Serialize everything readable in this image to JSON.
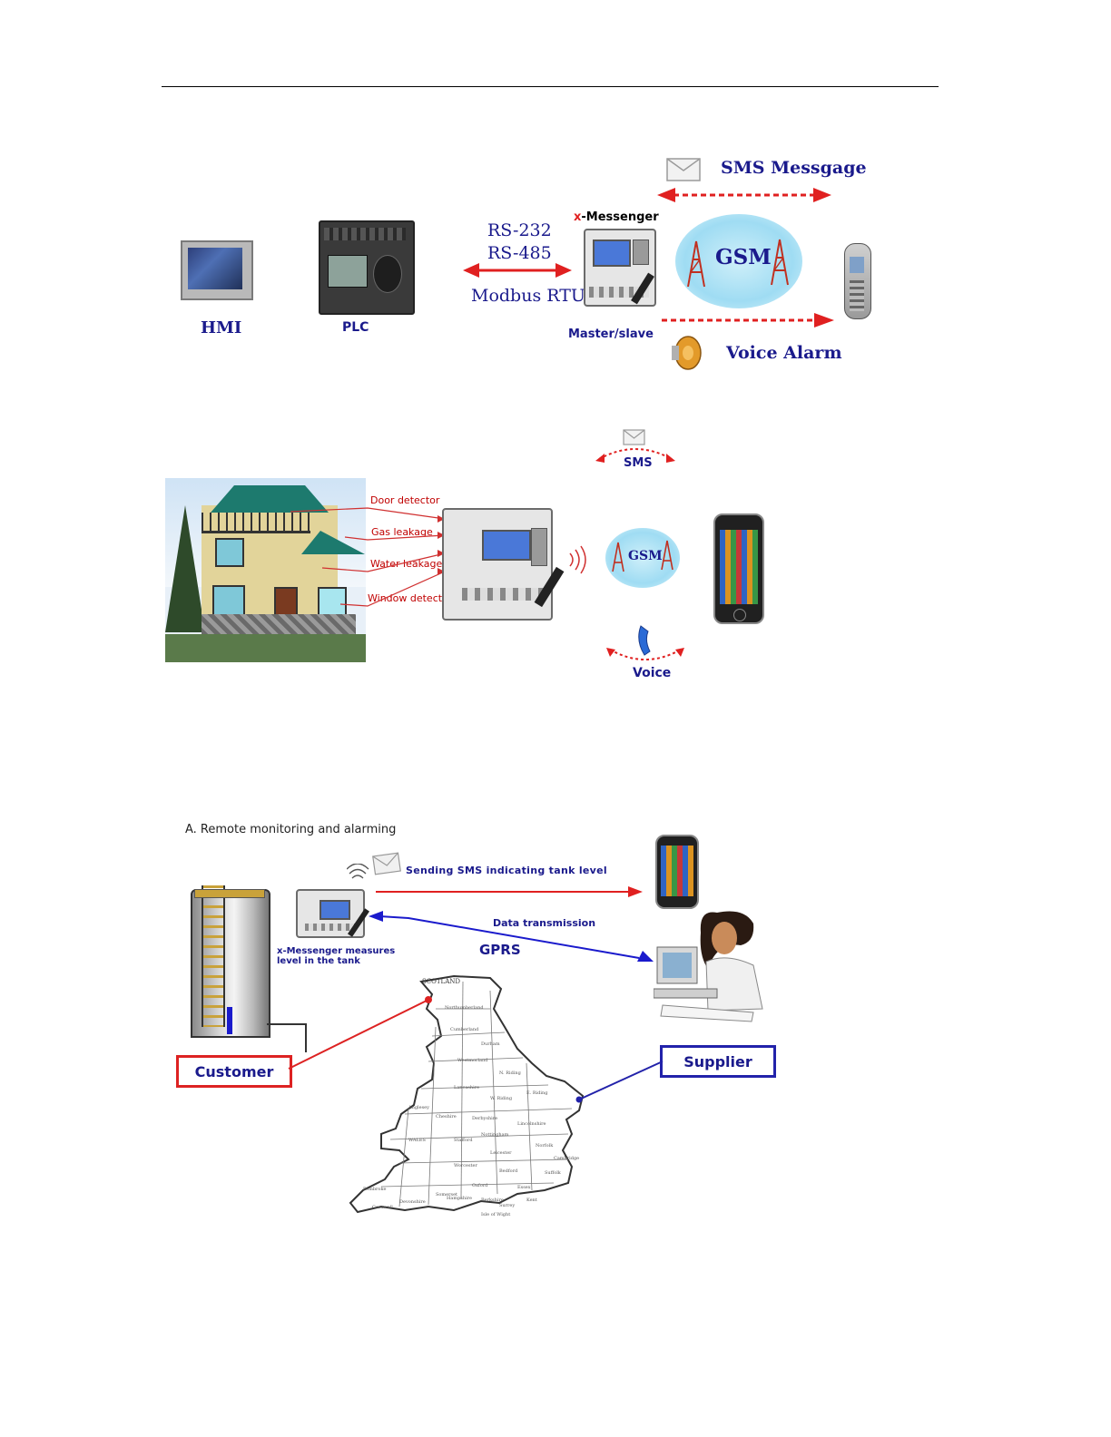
{
  "diagram1": {
    "sms_label": "SMS Messgage",
    "hmi_label": "HMI",
    "plc_label": "PLC",
    "rs232_label": "RS-232",
    "rs485_label": "RS-485",
    "modbus_label": "Modbus RTU",
    "xmessenger_x": "x",
    "xmessenger_rest": "-Messenger",
    "master_slave_label": "Master/slave",
    "gsm_label": "GSM",
    "voice_alarm_label": "Voice Alarm"
  },
  "diagram2": {
    "sms_label": "SMS",
    "voice_label": "Voice",
    "gsm_label": "GSM",
    "detectors": [
      "Door detector",
      "Gas leakage",
      "Water leakage",
      "Window detector"
    ]
  },
  "diagram3": {
    "section_title": "A. Remote monitoring and alarming",
    "sms_text": "Sending SMS indicating tank level",
    "data_transmission": "Data transmission",
    "gprs_label": "GPRS",
    "xmessenger_caption_line1": "x-Messenger measures",
    "xmessenger_caption_line2": "level in the tank",
    "customer_label": "Customer",
    "supplier_label": "Supplier",
    "map_region_label": "SCOTLAND"
  },
  "colors": {
    "navy": "#1a1a8c",
    "arrow_red": "#e02020",
    "detector_red": "#c00000",
    "gprs_blue": "#1a1acc",
    "customer_red": "#dd2222",
    "supplier_blue": "#2222aa"
  }
}
